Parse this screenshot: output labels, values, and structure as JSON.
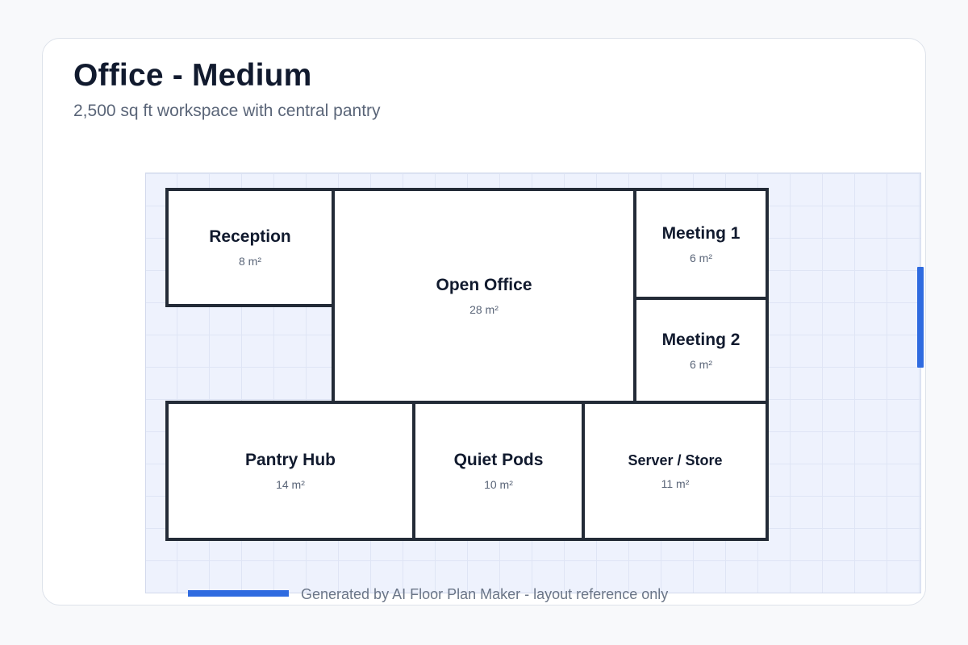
{
  "header": {
    "title": "Office - Medium",
    "subtitle": "2,500 sq ft workspace with central pantry"
  },
  "rooms": [
    {
      "name": "Reception",
      "area": "8 m²"
    },
    {
      "name": "Open Office",
      "area": "28 m²"
    },
    {
      "name": "Meeting 1",
      "area": "6 m²"
    },
    {
      "name": "Meeting 2",
      "area": "6 m²"
    },
    {
      "name": "Pantry Hub",
      "area": "14 m²"
    },
    {
      "name": "Quiet Pods",
      "area": "10 m²"
    },
    {
      "name": "Server / Store",
      "area": "11 m²"
    }
  ],
  "footer": {
    "note": "Generated by AI Floor Plan Maker - layout reference only"
  },
  "colors": {
    "accent": "#2f6be0",
    "wall": "#232b37",
    "grid_background": "#eef2fd",
    "title": "#111a2e"
  }
}
